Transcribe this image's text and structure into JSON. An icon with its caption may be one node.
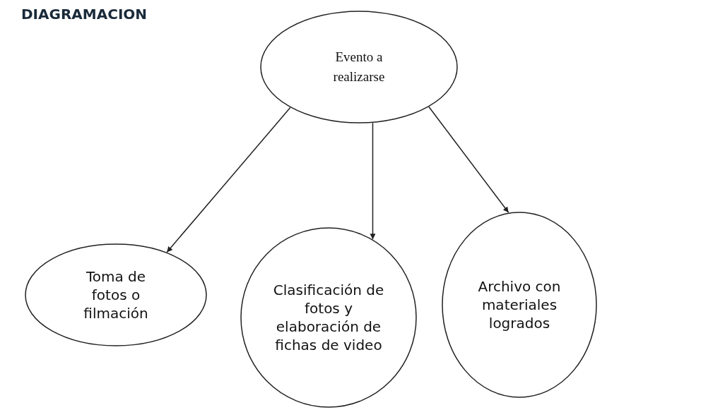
{
  "diagram": {
    "title": "DIAGRAMACION",
    "nodes": [
      {
        "text": [
          "Evento a realizarse"
        ]
      },
      {
        "text": [
          "Toma de fotos o filmación"
        ]
      },
      {
        "text": [
          "Clasificación de fotos y elaboración de fichas de video"
        ]
      },
      {
        "text": [
          "Archivo con materiales logrados"
        ]
      }
    ],
    "edges": [
      {
        "from": 0,
        "to": 1,
        "arrow": "to"
      },
      {
        "from": 0,
        "to": 2,
        "arrow": "to"
      },
      {
        "from": 0,
        "to": 3,
        "arrow": "to"
      }
    ]
  }
}
